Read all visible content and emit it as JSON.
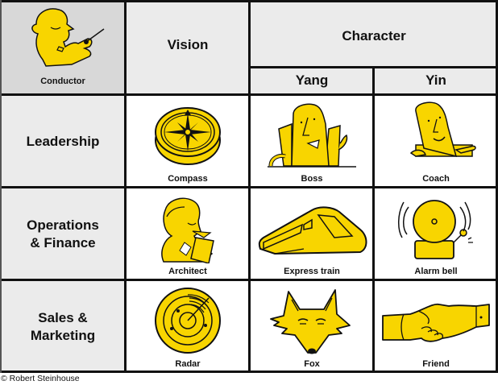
{
  "corner": {
    "label": "Conductor",
    "icon": "conductor-icon"
  },
  "header": {
    "vision": "Vision",
    "character": "Character",
    "yang": "Yang",
    "yin": "Yin"
  },
  "rows": [
    {
      "label_line1": "Leadership",
      "label_line2": "",
      "vision": {
        "label": "Compass",
        "icon": "compass-icon"
      },
      "yang": {
        "label": "Boss",
        "icon": "boss-icon"
      },
      "yin": {
        "label": "Coach",
        "icon": "coach-icon"
      }
    },
    {
      "label_line1": "Operations",
      "label_line2": "& Finance",
      "vision": {
        "label": "Architect",
        "icon": "architect-icon"
      },
      "yang": {
        "label": "Express train",
        "icon": "express-train-icon"
      },
      "yin": {
        "label": "Alarm bell",
        "icon": "alarm-bell-icon"
      }
    },
    {
      "label_line1": "Sales &",
      "label_line2": "Marketing",
      "vision": {
        "label": "Radar",
        "icon": "radar-icon"
      },
      "yang": {
        "label": "Fox",
        "icon": "fox-icon"
      },
      "yin": {
        "label": "Friend",
        "icon": "friend-icon"
      }
    }
  ],
  "credit": "© Robert Steinhouse",
  "colors": {
    "accent_yellow": "#f8d500",
    "header_gray": "#ebebeb",
    "corner_gray": "#d8d8d8",
    "line": "#111111"
  }
}
